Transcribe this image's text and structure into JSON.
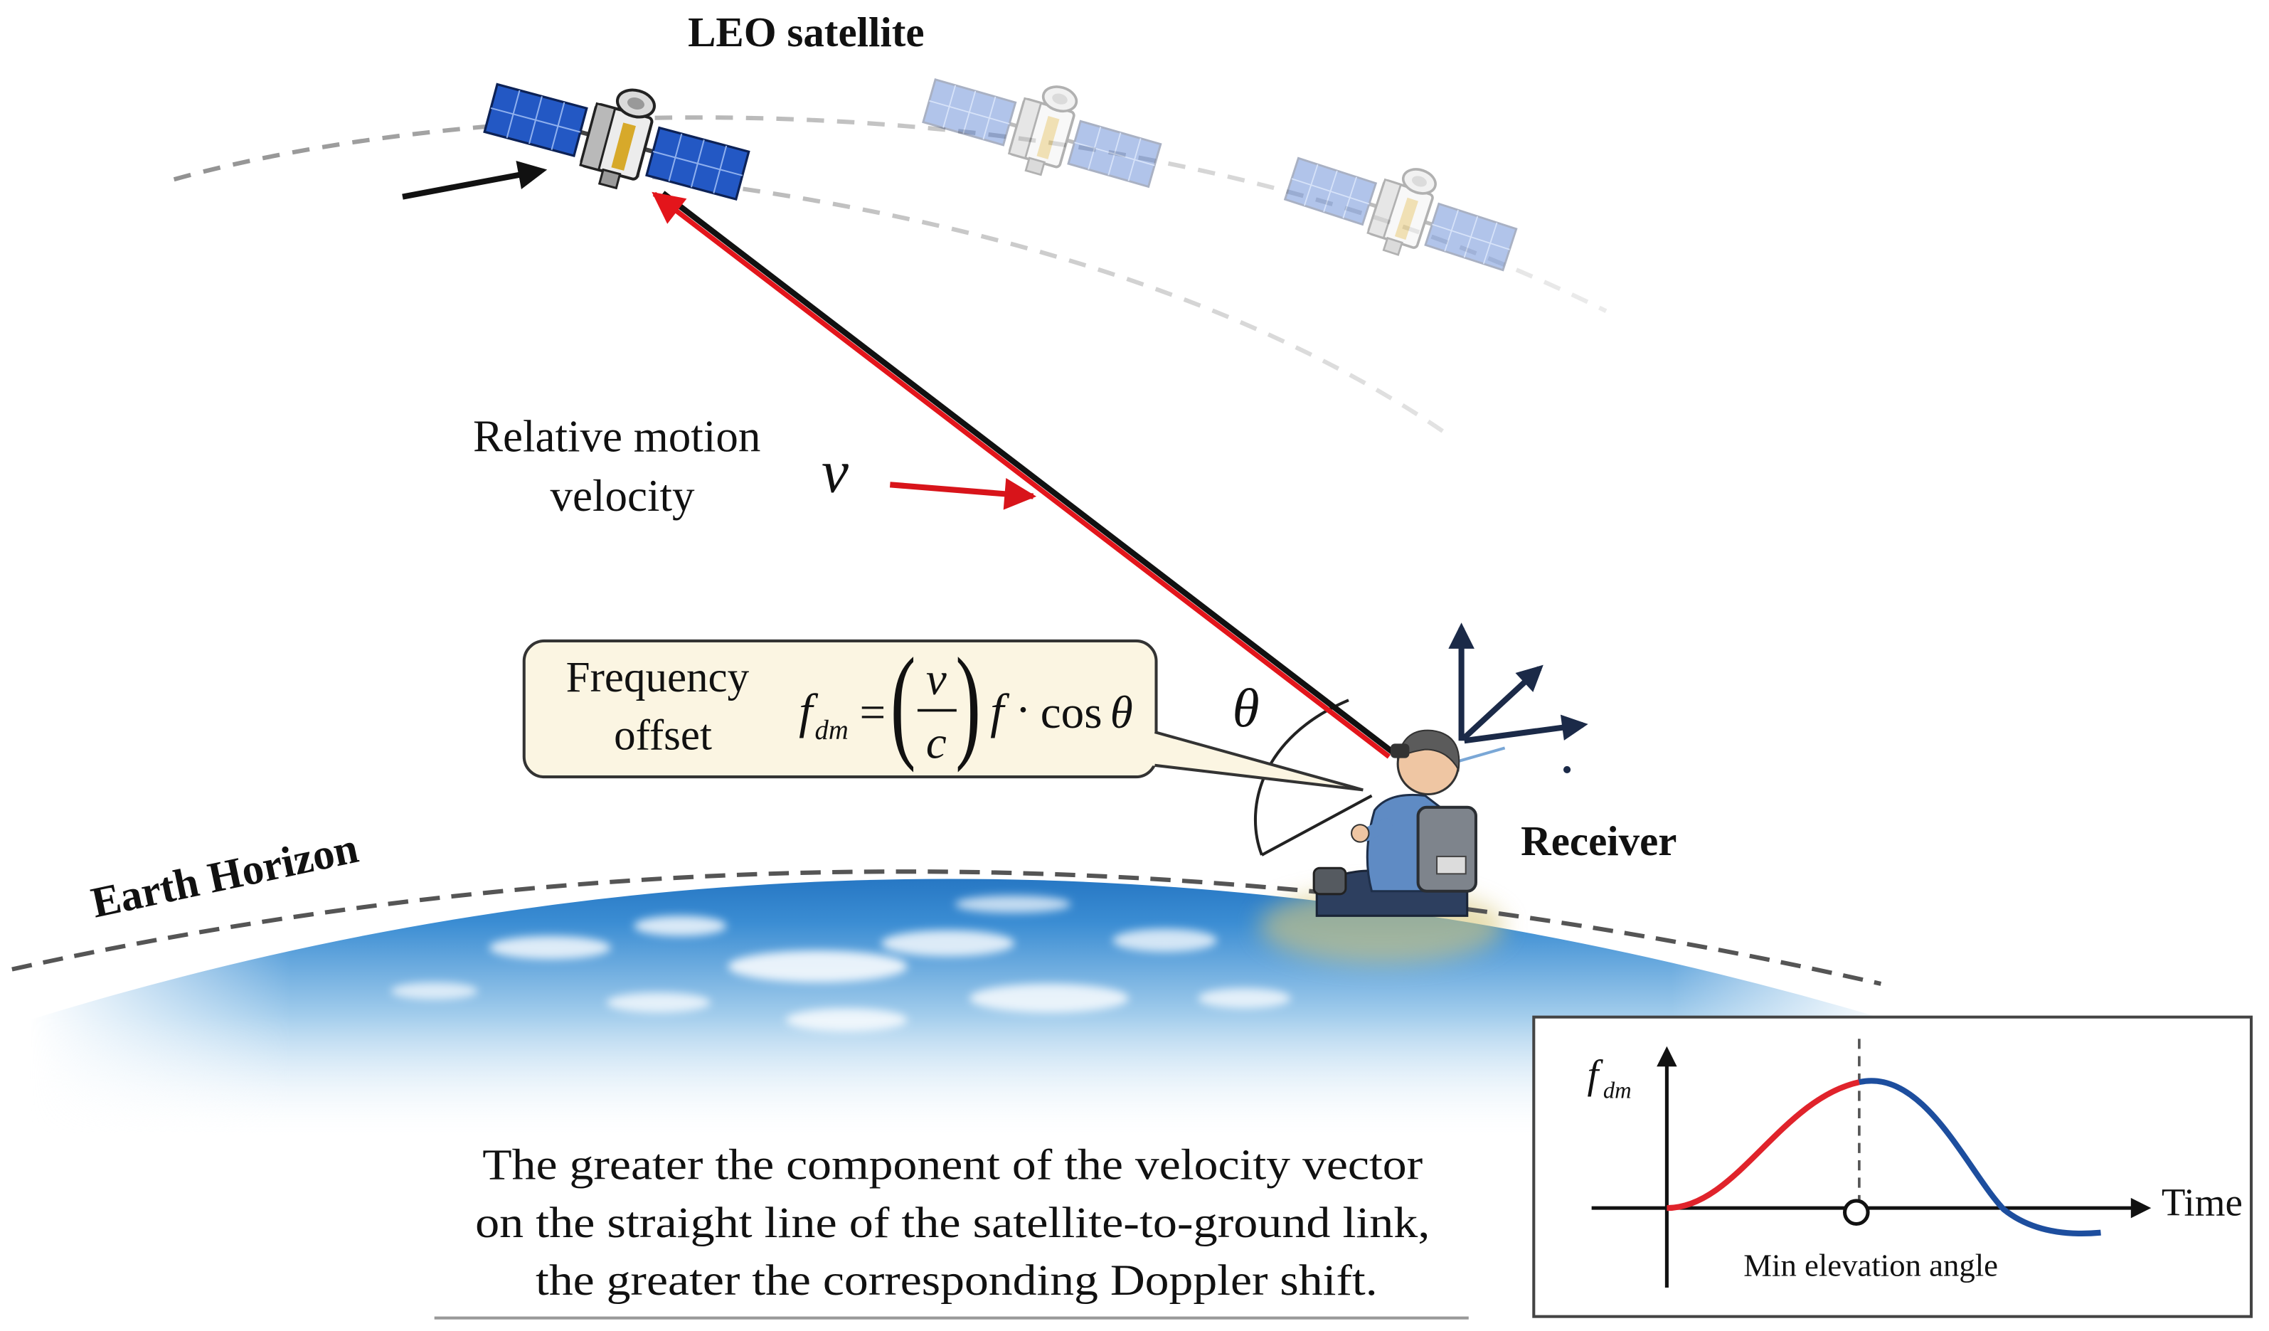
{
  "satellite": {
    "label": "LEO satellite"
  },
  "velocity": {
    "label_line1": "Relative motion",
    "label_line2": "velocity",
    "symbol": "v"
  },
  "callout": {
    "label_line1": "Frequency",
    "label_line2": "offset",
    "formula": {
      "lhs": "f",
      "lhs_sub": "dm",
      "equals": "=",
      "paren_open": "(",
      "numerator": "v",
      "denominator": "c",
      "paren_close": ")",
      "factor": "f",
      "dot": "·",
      "cos": "cos",
      "angle": "θ"
    }
  },
  "angle_label": "θ",
  "receiver": {
    "label": "Receiver"
  },
  "horizon": {
    "label": "Earth Horizon"
  },
  "caption": {
    "lines": [
      "The greater the component of the velocity vector",
      "on the straight line of the satellite-to-ground link,",
      "the greater the corresponding Doppler shift."
    ]
  },
  "inset": {
    "y_label": "f",
    "y_label_sub": "dm",
    "x_label": "Time",
    "marker_label": "Min elevation angle"
  },
  "colors": {
    "link_red": "#e3151b",
    "link_black": "#111111",
    "velocity_arrow": "#d8141a",
    "curve_rising": "#e0232b",
    "curve_falling": "#1d4e9e",
    "callout_fill": "#fbf5e2",
    "receiver_axes": "#1b2a48",
    "earth_blue": "#1f6fbe"
  }
}
